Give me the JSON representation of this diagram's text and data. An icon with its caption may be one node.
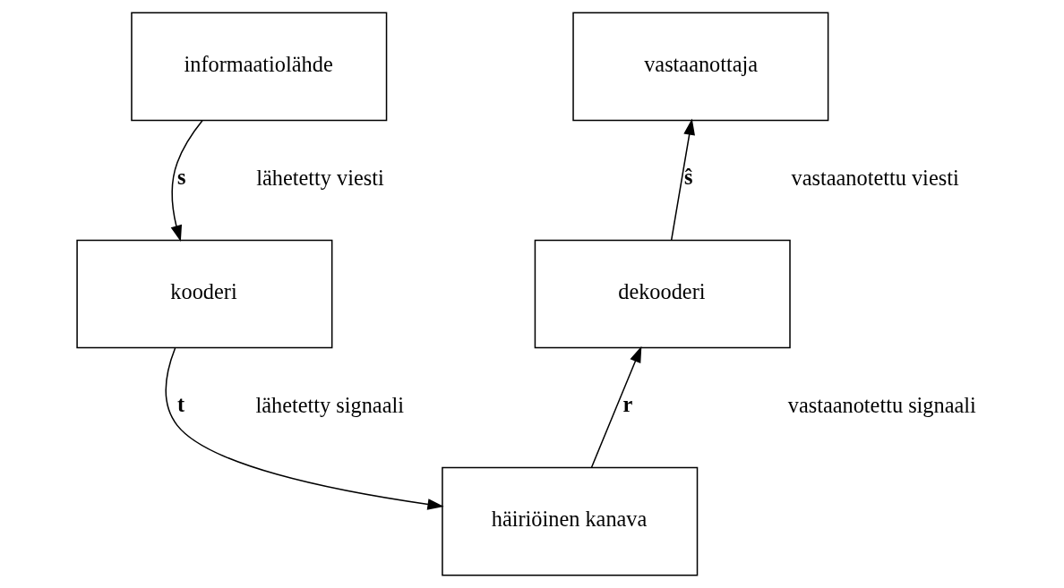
{
  "diagram": {
    "nodes": [
      {
        "text": [
          "informaatiolähde"
        ]
      },
      {
        "text": [
          "kooderi"
        ]
      },
      {
        "text": [
          "häiriöinen kanava"
        ]
      },
      {
        "text": [
          "dekooderi"
        ]
      },
      {
        "text": [
          "vastaanottaja"
        ]
      }
    ],
    "edges": [
      {
        "from": 0,
        "to": 1,
        "arrow": "to",
        "label": "s"
      },
      {
        "from": 1,
        "to": 2,
        "arrow": "to",
        "label": "t"
      },
      {
        "from": 2,
        "to": 3,
        "arrow": "to",
        "label": "r"
      },
      {
        "from": 3,
        "to": 4,
        "arrow": "to",
        "label": "ŝ"
      }
    ],
    "labels": [
      "lähetetty viesti",
      "vastaanotettu viesti",
      "lähetetty signaali",
      "vastaanotettu signaali"
    ]
  }
}
